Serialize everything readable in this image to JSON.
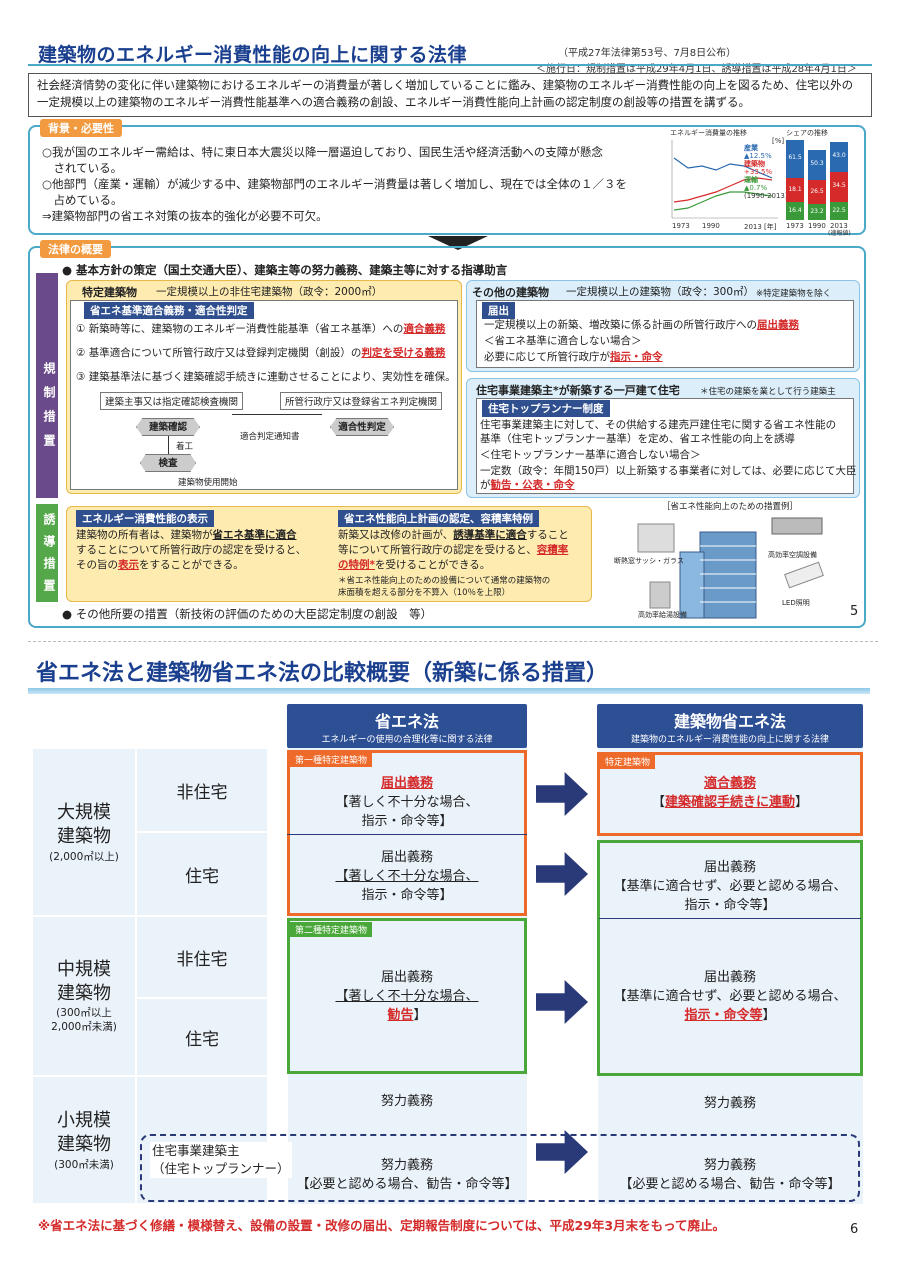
{
  "page5": {
    "title": "建築物のエネルギー消費性能の向上に関する法律",
    "ref1": "（平成27年法律第53号、7月8日公布）",
    "ref2": "＜施行日：規制措置は平成29年4月1日、誘導措置は平成28年4月1日＞",
    "intro": "社会経済情勢の変化に伴い建築物におけるエネルギーの消費量が著しく増加していることに鑑み、建築物のエネルギー消費性能の向上を図るため、住宅以外の一定規模以上の建築物のエネルギー消費性能基準への適合義務の創設、エネルギー消費性能向上計画の認定制度の創設等の措置を講ずる。",
    "bg_tag": "背景・必要性",
    "bg_lines": [
      "○我が国のエネルギー需給は、特に東日本大震災以降一層逼迫しており、国民生活や経済活動への支障が懸念",
      "　されている。",
      "○他部門（産業・運輸）が減少する中、建築物部門のエネルギー消費量は著しく増加し、現在では全体の１／３を",
      "　占めている。",
      "⇒建築物部門の省エネ対策の抜本的強化が必要不可欠。"
    ],
    "chart": {
      "title1": "エネルギー消費量の推移",
      "title2": "シェアの推移",
      "unit": "[%]",
      "legend": [
        {
          "label": "産業",
          "sub": "▲12.5%",
          "color": "#2a6ab0"
        },
        {
          "label": "建築物",
          "sub": "+33.5%",
          "color": "#d42a2a"
        },
        {
          "label": "運輸",
          "sub": "▲0.7%",
          "color": "#3a9a3a"
        }
      ],
      "period": "(1990-2013)",
      "xticks": [
        "1973",
        "1990",
        "2013 [年]"
      ],
      "share_xticks": [
        "1973",
        "1990",
        "2013"
      ],
      "share_note": "(速報値)",
      "share_values": [
        "61.5",
        "50.3",
        "43.0",
        "26.5",
        "34.5",
        "18.1",
        "16.4",
        "23.2",
        "22.5"
      ]
    },
    "outline_tag": "法律の概要",
    "side_kisei": "規制措置",
    "side_yudo": "誘導措置",
    "bullet1": "● 基本方針の策定（国土交通大臣）、建築主等の努力義務、建築主等に対する指導助言",
    "special_head": "特定建築物",
    "special_sub": "一定規模以上の非住宅建築物（政令：2000㎡）",
    "tekigo_head": "省エネ基準適合義務・適合性判定",
    "tekigo_l1a": "① 新築時等に、建築物のエネルギー消費性能基準（省エネ基準）への",
    "tekigo_l1b": "適合義務",
    "tekigo_l2a": "② 基準適合について所管行政庁又は登録判定機関（創設）の",
    "tekigo_l2b": "判定を受ける義務",
    "tekigo_l3": "③ 建築基準法に基づく建築確認手続きに連動させることにより、実効性を確保。",
    "flow_box1": "建築主事又は指定確認検査機関",
    "flow_box2": "所管行政庁又は登録省エネ判定機関",
    "flow_kakunin": "建築確認",
    "flow_tekigosei": "適合性判定",
    "flow_chakko": "着工",
    "flow_tsuchi": "適合判定通知書",
    "flow_kensa": "検査",
    "flow_kaishi": "建築物使用開始",
    "other_head": "その他の建築物",
    "other_sub": "一定規模以上の建築物（政令：300㎡）",
    "other_note": "※特定建築物を除く",
    "todoke_tag": "届出",
    "todoke_l1a": "一定規模以上の新築、増改築に係る計画の所管行政庁への",
    "todoke_l1b": "届出義務",
    "todoke_l2": "＜省エネ基準に適合しない場合＞",
    "todoke_l3a": "必要に応じて所管行政庁が",
    "todoke_l3b": "指示・命令",
    "jutaku_head": "住宅事業建築主*が新築する一戸建て住宅",
    "jutaku_note": "＊住宅の建築を業として行う建築主",
    "toprunner_tag": "住宅トップランナー制度",
    "tr_l1": "住宅事業建築主に対して、その供給する建売戸建住宅に関する省エネ性能の",
    "tr_l2": "基準（住宅トップランナー基準）を定め、省エネ性能の向上を誘導",
    "tr_l3": "＜住宅トップランナー基準に適合しない場合＞",
    "tr_l4": "一定数（政令：年間150戸）以上新築する事業者に対しては、必要に応じて大臣",
    "tr_l5a": "が",
    "tr_l5b": "勧告・公表・命令",
    "hyoji_tag": "エネルギー消費性能の表示",
    "hyoji_l1a": "建築物の所有者は、建築物が",
    "hyoji_l1b": "省エネ基準に適合",
    "hyoji_l2": "することについて所管行政庁の認定を受けると、",
    "hyoji_l3a": "その旨の",
    "hyoji_l3b": "表示",
    "hyoji_l3c": "をすることができる。",
    "keikaku_tag": "省エネ性能向上計画の認定、容積率特例",
    "keikaku_l1a": "新築又は改修の計画が、",
    "keikaku_l1b": "誘導基準に適合",
    "keikaku_l1c": "すること",
    "keikaku_l2a": "等について所管行政庁の認定を受けると、",
    "keikaku_l2b": "容積率",
    "keikaku_l3a": "の特例*",
    "keikaku_l3b": "を受けることができる。",
    "keikaku_note1": "＊省エネ性能向上のための設備について通常の建築物の",
    "keikaku_note2": "床面積を超える部分を不算入（10％を上限）",
    "illus_title": "［省エネ性能向上のための措置例］",
    "illus_l1": "断熱窓サッシ・ガラス",
    "illus_l2": "高効率空調設備",
    "illus_l3": "LED照明",
    "illus_l4": "高効率給湯設備",
    "bullet2": "● その他所要の措置（新技術の評価のための大臣認定制度の創設　等）",
    "page_number": "5"
  },
  "page6": {
    "title": "省エネ法と建築物省エネ法の比較概要（新築に係る措置）",
    "col1_title": "省エネ法",
    "col1_sub": "エネルギーの使用の合理化等に関する法律",
    "col2_title": "建築物省エネ法",
    "col2_sub": "建築物のエネルギー消費性能の向上に関する法律",
    "rows": {
      "large": {
        "label": "大規模\n建築物",
        "sub": "(2,000㎡以上)"
      },
      "medium": {
        "label": "中規模\n建築物",
        "sub": "(300㎡以上\n2,000㎡未満)"
      },
      "small": {
        "label": "小規模\n建築物",
        "sub": "(300㎡未満)"
      }
    },
    "cat_nonres": "非住宅",
    "cat_res": "住宅",
    "cat_toprunner_1": "住宅事業建築主",
    "cat_toprunner_2": "（住宅トップランナー）",
    "tag_type1": "第一種特定建築物",
    "tag_type2": "第二種特定建築物",
    "tag_special": "特定建築物",
    "c1_large_nonres_a": "届出義務",
    "c1_large_nonres_b": "【著しく不十分な場合、",
    "c1_large_nonres_c": "指示・命令等】",
    "c1_large_res_a": "届出義務",
    "c1_large_res_b": "【著しく不十分な場合、",
    "c1_large_res_c": "指示・命令等】",
    "c1_med_a": "届出義務",
    "c1_med_b": "【著しく不十分な場合、",
    "c1_med_c": "勧告",
    "c1_med_d": "】",
    "c1_small": "努力義務",
    "c1_tr_a": "努力義務",
    "c1_tr_b": "【必要と認める場合、勧告・命令等】",
    "c2_large_nonres_a": "適合義務",
    "c2_large_nonres_b": "【",
    "c2_large_nonres_c": "建築確認手続きに連動",
    "c2_large_nonres_d": "】",
    "c2_large_res_a": "届出義務",
    "c2_large_res_b": "【基準に適合せず、必要と認める場合、",
    "c2_large_res_c": "指示・命令等】",
    "c2_med_a": "届出義務",
    "c2_med_b": "【基準に適合せず、必要と認める場合、",
    "c2_med_c": "指示・命令等",
    "c2_med_d": "】",
    "c2_small": "努力義務",
    "c2_tr_a": "努力義務",
    "c2_tr_b": "【必要と認める場合、勧告・命令等】",
    "footnote": "※省エネ法に基づく修繕・模様替え、設備の設置・改修の届出、定期報告制度については、平成29年3月末をもって廃止。",
    "page_number": "6"
  }
}
